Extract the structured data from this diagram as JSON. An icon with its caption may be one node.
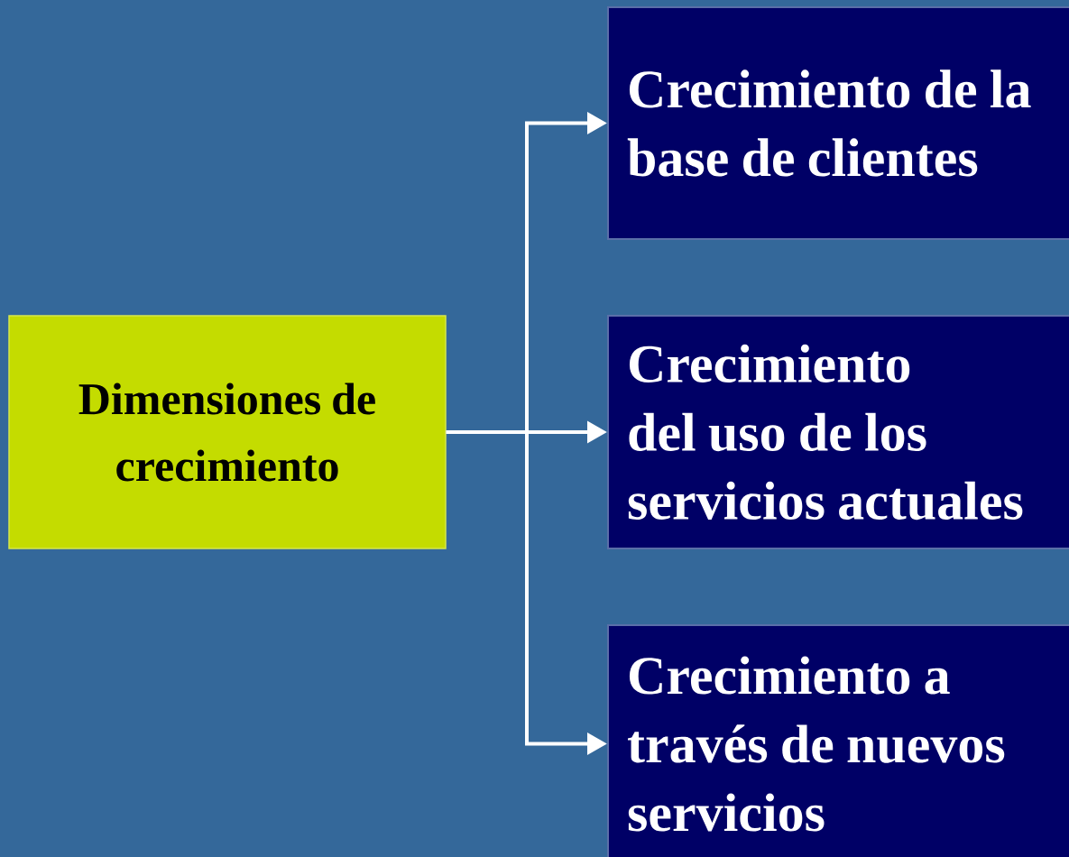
{
  "diagram": {
    "nodes": [
      {
        "text": [
          "Dimensiones de crecimiento"
        ]
      },
      {
        "text": [
          "Crecimiento de la base de clientes"
        ]
      },
      {
        "text": [
          "Crecimiento del uso de los servicios actuales"
        ]
      },
      {
        "text": [
          "Crecimiento a través de nuevos servicios"
        ]
      }
    ],
    "edges": [
      {
        "from": 0,
        "to": 1,
        "arrow": "to"
      },
      {
        "from": 0,
        "to": 2,
        "arrow": "to"
      },
      {
        "from": 0,
        "to": 3,
        "arrow": "to"
      }
    ]
  }
}
